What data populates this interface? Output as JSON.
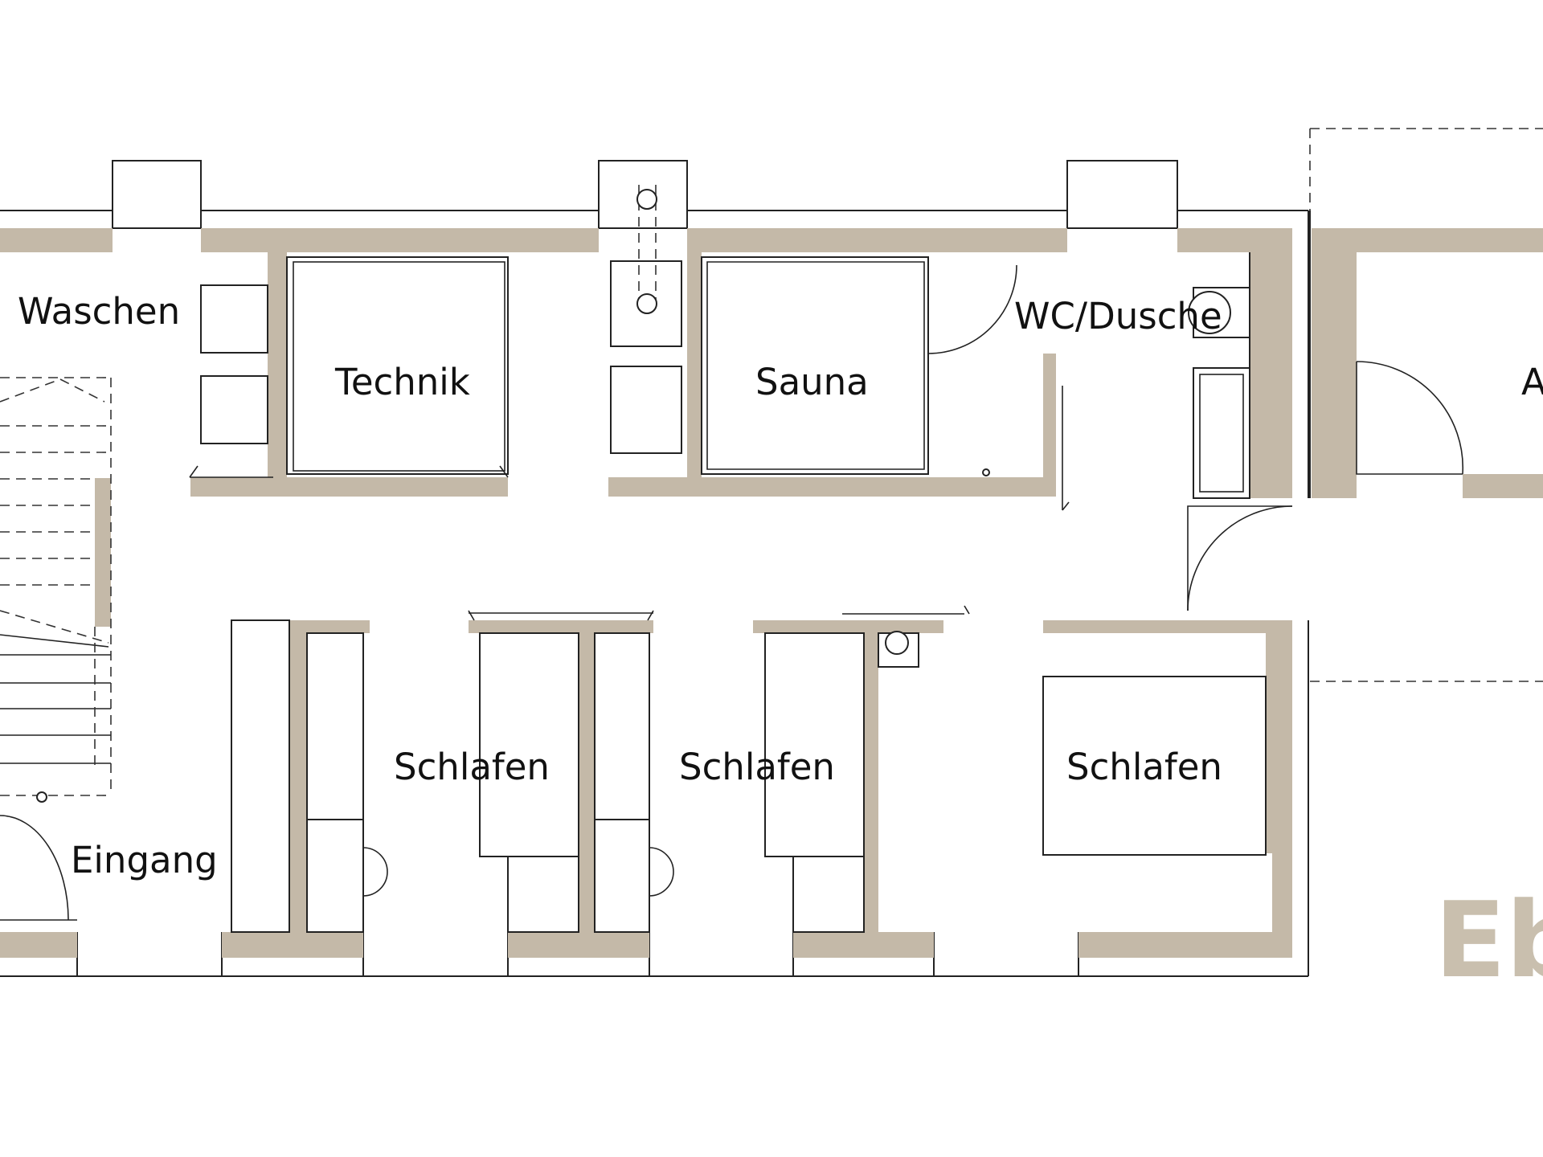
{
  "colors": {
    "wall": "#c4b9a8",
    "line": "#222222",
    "background": "#ffffff",
    "brand": "#c9bfae"
  },
  "rooms": {
    "waschen": "Waschen",
    "technik": "Technik",
    "sauna": "Sauna",
    "wc_dusche": "WC/Dusche",
    "eingang": "Eingang",
    "schlafen_1": "Schlafen",
    "schlafen_2": "Schlafen",
    "schlafen_3": "Schlafen",
    "right_room_partial": "A"
  },
  "brand_partial": "Eb"
}
